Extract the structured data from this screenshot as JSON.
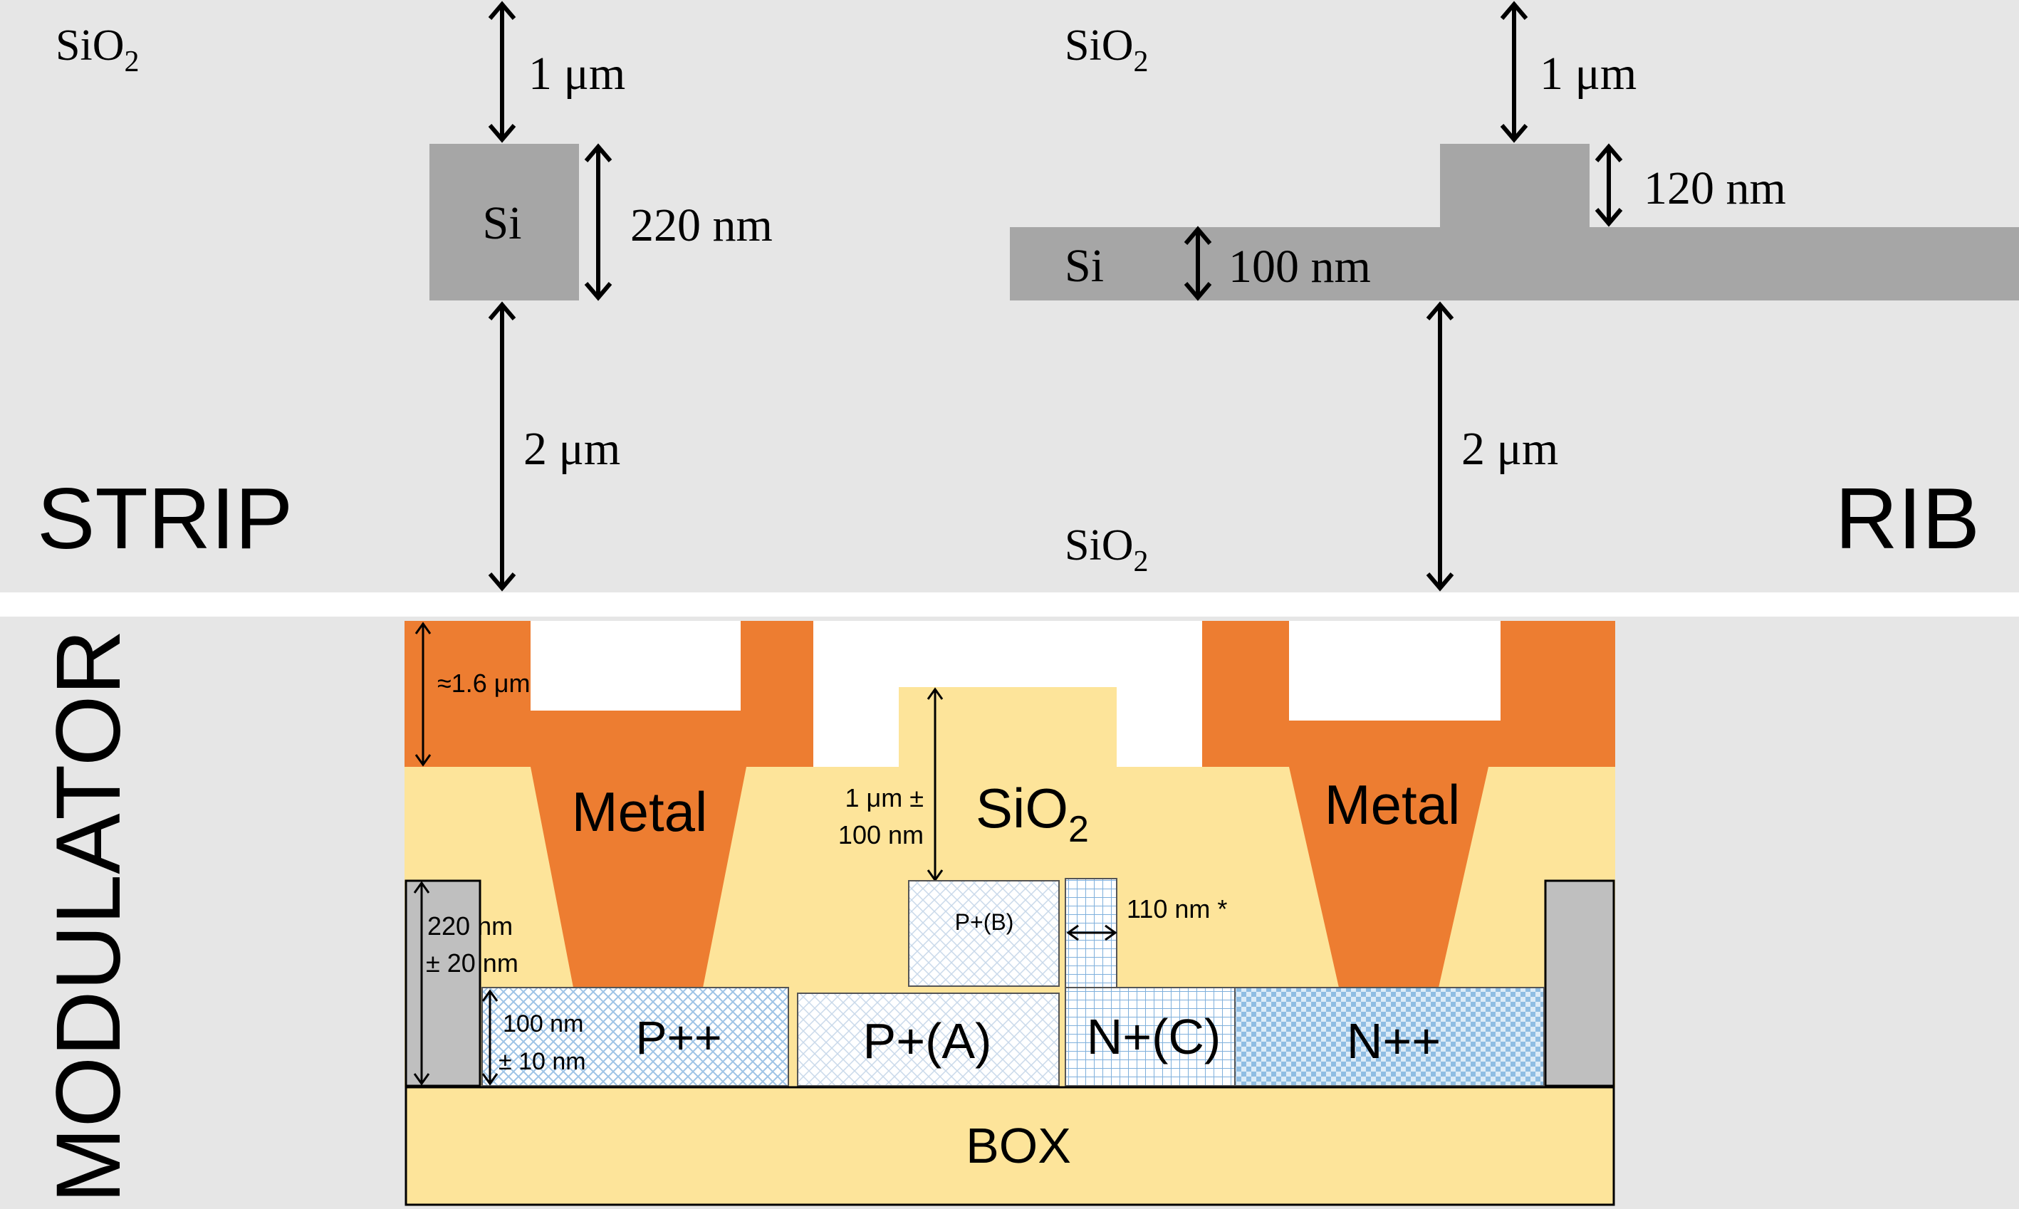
{
  "colors": {
    "background": "#e6e6e6",
    "silicon": "#a6a6a6",
    "oxide": "#fde49a",
    "metal": "#ed7d31",
    "box": "#fde49a",
    "p_doped": "#bdd7ee",
    "n_doped": "#9dc3e6",
    "gray_block": "#bfbfbf"
  },
  "strip": {
    "title": "STRIP",
    "oxide_label": {
      "base": "SiO",
      "sub": "2"
    },
    "si_label": "Si",
    "top_gap": "1 μm",
    "height": "220 nm",
    "bottom_gap": "2 μm"
  },
  "rib": {
    "title": "RIB",
    "oxide_top_label": {
      "base": "SiO",
      "sub": "2"
    },
    "oxide_bottom_label": {
      "base": "SiO",
      "sub": "2"
    },
    "si_label": "Si",
    "top_gap": "1 μm",
    "rib_height": "120 nm",
    "slab_height": "100 nm",
    "bottom_gap": "2 μm"
  },
  "modulator": {
    "title": "MODULATOR",
    "metal_thickness": "≈1.6 μm",
    "metal_left_label": "Metal",
    "metal_right_label": "Metal",
    "oxide_label": {
      "base": "SiO",
      "sub": "2"
    },
    "oxide_gap_line1": "1 μm ±",
    "oxide_gap_line2": "100 nm",
    "si_height_line1": "220 nm",
    "si_height_line2": "± 20 nm",
    "slab_height_line1": "100 nm",
    "slab_height_line2": "± 10 nm",
    "offset_label": "110 nm *",
    "p_plus_b": "P+(B)",
    "p_plus_plus": "P++",
    "p_plus_a": "P+(A)",
    "n_plus_c": "N+(C)",
    "n_plus_plus": "N++",
    "box_label": "BOX"
  }
}
